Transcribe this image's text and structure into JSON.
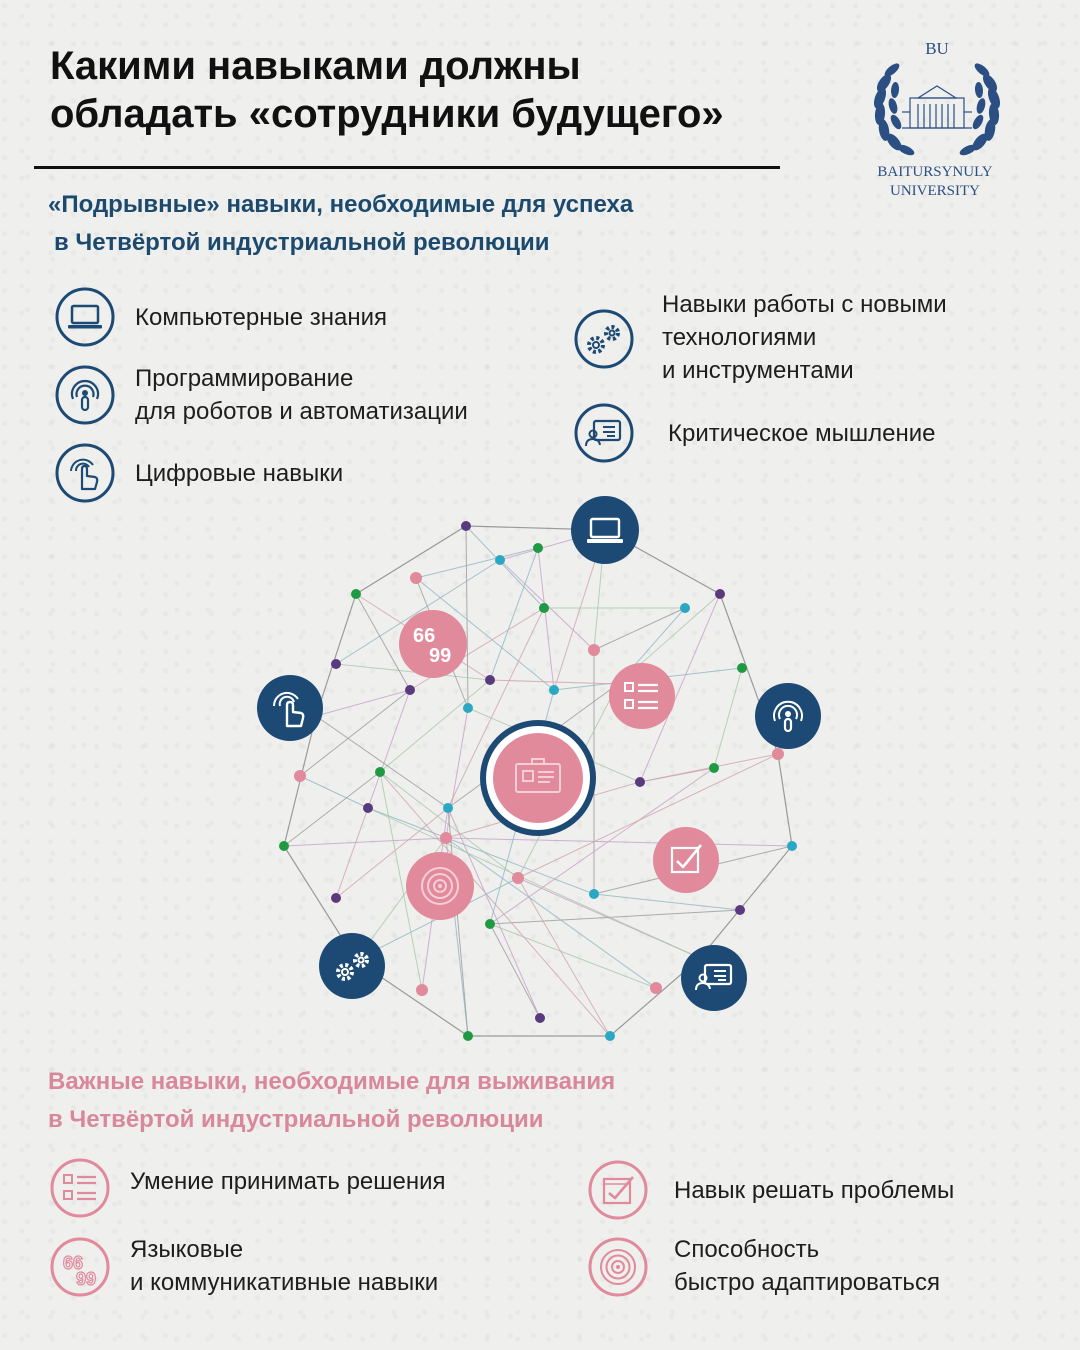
{
  "title": {
    "line1": "Какими навыками должны",
    "line2": "обладать «сотрудники будущего»"
  },
  "logo": {
    "abbr": "BU",
    "line1": "BAITURSYNULY",
    "line2": "UNIVERSITY"
  },
  "section_disruptive": {
    "line1": "«Подрывные» навыки, необходимые для успеха",
    "line2": "в Четвёртой индустриальной революции",
    "items": [
      {
        "icon": "laptop-icon",
        "lines": [
          "Компьютерные знания"
        ]
      },
      {
        "icon": "robot-touch-icon",
        "lines": [
          "Программирование",
          "для роботов и автоматизации"
        ]
      },
      {
        "icon": "touch-hand-icon",
        "lines": [
          "Цифровые навыки"
        ]
      },
      {
        "icon": "gears-icon",
        "lines": [
          "Навыки работы с новыми",
          "технологиями",
          "и инструментами"
        ]
      },
      {
        "icon": "presentation-icon",
        "lines": [
          "Критическое мышление"
        ]
      }
    ]
  },
  "section_survival": {
    "line1": "Важные навыки, необходимые для выживания",
    "line2": "в Четвёртой индустриальной революции",
    "items": [
      {
        "icon": "list-icon",
        "lines": [
          "Умение принимать решения"
        ]
      },
      {
        "icon": "quotes-icon",
        "lines": [
          "Языковые",
          "и коммуникативные навыки"
        ]
      },
      {
        "icon": "checkbox-icon",
        "lines": [
          "Навык решать проблемы"
        ]
      },
      {
        "icon": "spiral-icon",
        "lines": [
          "Способность",
          "быстро адаптироваться"
        ]
      }
    ]
  },
  "colors": {
    "navy": "#1d4a74",
    "pink": "#e08a9c",
    "teal": "#2aa7c2",
    "green": "#1f9a43",
    "purple": "#5a3a7e"
  }
}
